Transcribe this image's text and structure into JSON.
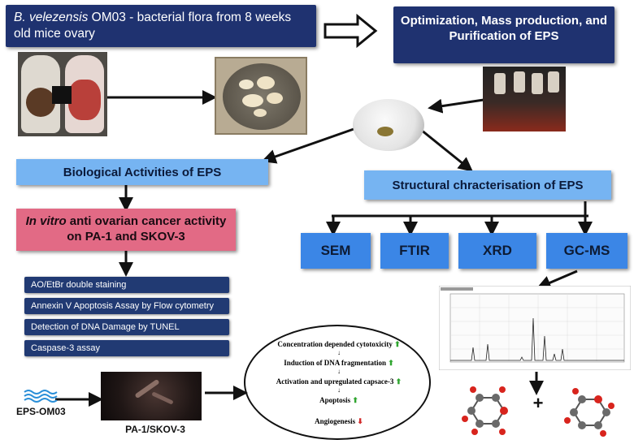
{
  "title_box": {
    "species": "B. velezensis",
    "text": " OM03 - bacterial flora from 8 weeks old mice ovary"
  },
  "opt_box": {
    "text": "Optimization, Mass production, and Purification of EPS"
  },
  "bio_box": {
    "text": "Biological Activities of EPS"
  },
  "struct_box": {
    "text": "Structural chracterisation of EPS"
  },
  "invitro_box": {
    "italic": "In vitro",
    "text": " anti ovarian cancer activity on PA-1 and SKOV-3"
  },
  "techniques": [
    "SEM",
    "FTIR",
    "XRD",
    "GC-MS"
  ],
  "assays": [
    "AO/EtBr double staining",
    "Annexin V Apoptosis Assay by Flow cytometry",
    "Detection of DNA Damage by TUNEL",
    "Caspase-3 assay"
  ],
  "eps_label": "EPS-OM03",
  "cell_label": "PA-1/SKOV-3",
  "circle_steps": [
    {
      "text": "Concentration depended cytotoxicity",
      "arrow": "⬆"
    },
    {
      "text": "Induction of DNA fragmentation",
      "arrow": "⬆"
    },
    {
      "text": "Activation and upregulated capsace-3",
      "arrow": "⬆"
    },
    {
      "text": "Apoptosis",
      "arrow": "⬆"
    },
    {
      "text": "Angiogenesis",
      "arrow": "⬇"
    }
  ],
  "plus_sign": "+",
  "colors": {
    "dark_box": "#1f3270",
    "light_box": "#76b4f2",
    "pink_box": "#e26a85",
    "tech_box": "#3b86e6",
    "up_arrow": "#2fa52f",
    "down_arrow": "#d22a2a"
  }
}
